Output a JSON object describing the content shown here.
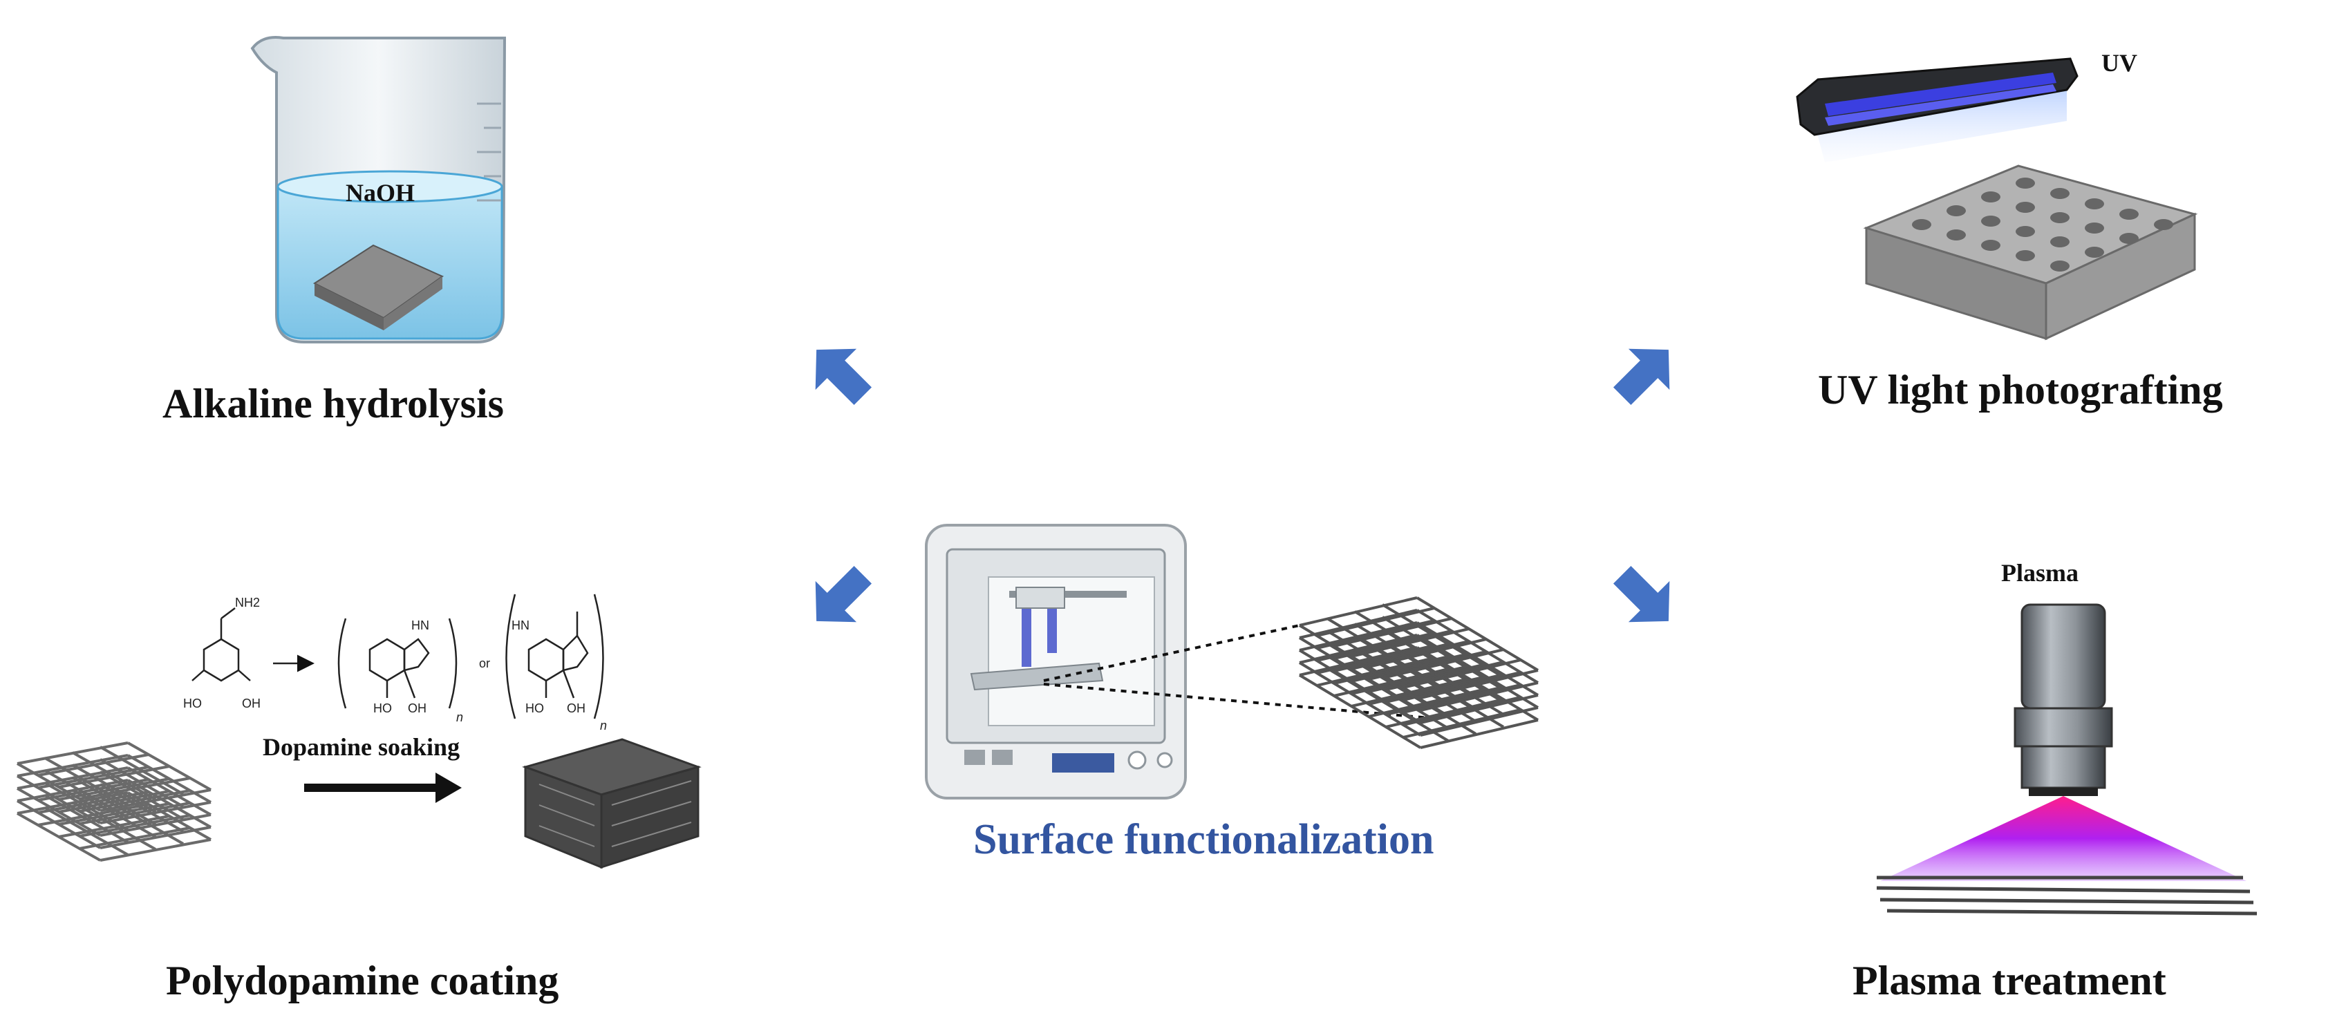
{
  "labels": {
    "alkaline": "Alkaline hydrolysis",
    "uv": "UV light photografting",
    "polydopamine": "Polydopamine coating",
    "plasma": "Plasma treatment",
    "center": "Surface functionalization",
    "naoh": "NaOH",
    "uv_short": "UV",
    "plasma_short": "Plasma",
    "dopamine": "Dopamine soaking"
  },
  "chem": {
    "nh2": "NH2",
    "ho1": "HO",
    "oh1": "OH",
    "hn1": "HN",
    "ho2": "HO",
    "oh2": "OH",
    "n1": "n",
    "or": "or",
    "hn2": "HN",
    "ho3": "HO",
    "oh3": "OH",
    "n2": "n"
  },
  "colors": {
    "arrow": "#4472c4",
    "center_text": "#3355a0",
    "scaffold": "#7a7a7a",
    "water": "#a8d8f0",
    "uv_tube": "#3a3ad0",
    "plasma_glow": "#a020f0"
  }
}
